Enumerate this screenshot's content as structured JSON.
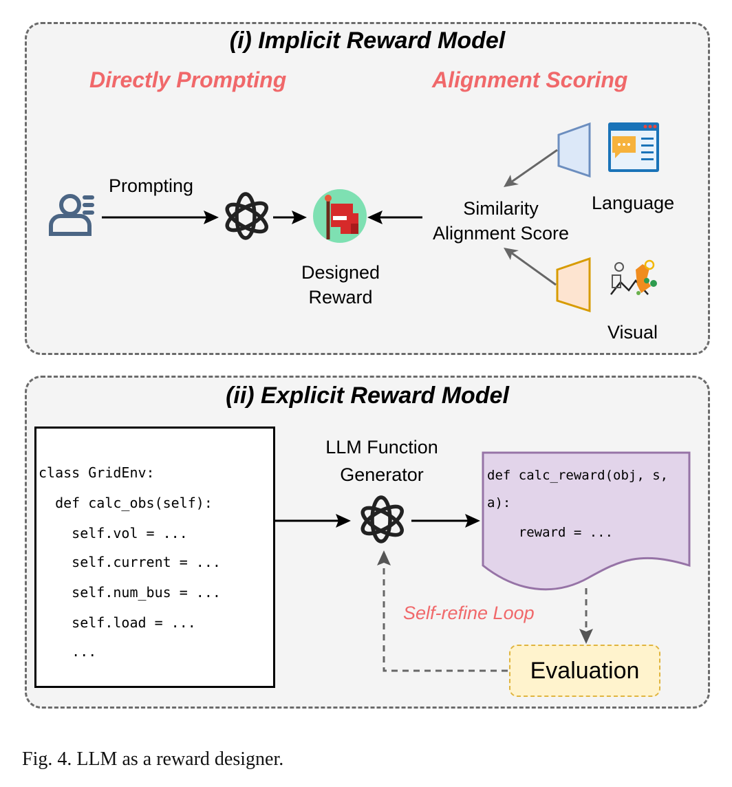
{
  "implicit": {
    "title": "(i) Implicit Reward Model",
    "directly_prompting": "Directly Prompting",
    "alignment_scoring": "Alignment Scoring",
    "prompting_label": "Prompting",
    "designed_reward_line1": "Designed",
    "designed_reward_line2": "Reward",
    "similarity_line1": "Similarity",
    "similarity_line2": "Alignment Score",
    "language_label": "Language",
    "visual_label": "Visual"
  },
  "explicit": {
    "title": "(ii) Explicit Reward Model",
    "generator_line1": "LLM Function",
    "generator_line2": "Generator",
    "self_refine_label": "Self-refine Loop",
    "evaluation_label": "Evaluation",
    "env_code": [
      "class GridEnv:",
      "  def calc_obs(self):",
      "    self.vol = ...",
      "    self.current = ...",
      "    self.num_bus = ...",
      "    self.load = ...",
      "    ..."
    ],
    "reward_code": [
      "def calc_reward(obj, s,",
      "a):",
      "    reward = ..."
    ]
  },
  "caption": "Fig. 4.  LLM as a reward designer.",
  "colors": {
    "accent_pink": "#f0686a",
    "language_encoder": "#dce8f8",
    "visual_encoder": "#fde4d0",
    "reward_doc": "#e2d4ea",
    "evaluation": "#fff3cd"
  }
}
